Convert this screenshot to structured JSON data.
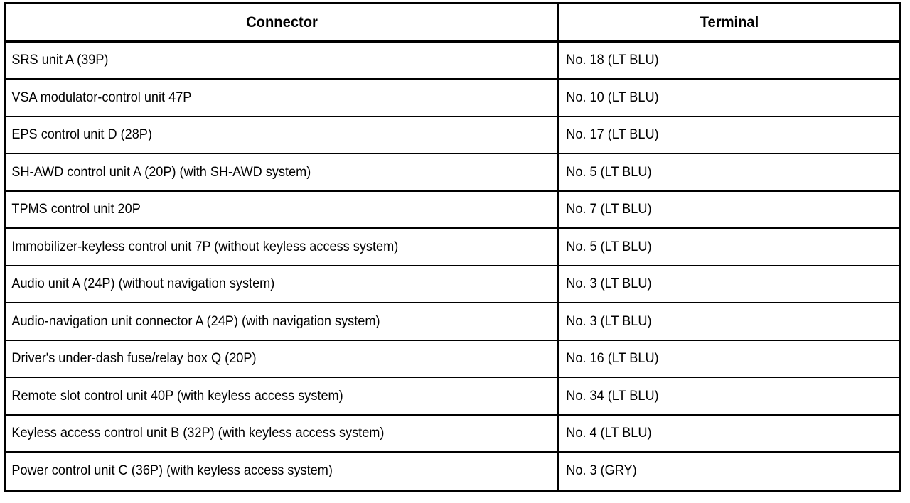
{
  "table": {
    "columns": [
      {
        "key": "connector",
        "header": "Connector",
        "align": "center"
      },
      {
        "key": "terminal",
        "header": "Terminal",
        "align": "center"
      }
    ],
    "rows": [
      {
        "connector": "SRS unit A (39P)",
        "terminal": "No. 18 (LT BLU)"
      },
      {
        "connector": "VSA modulator-control unit 47P",
        "terminal": "No. 10 (LT BLU)"
      },
      {
        "connector": "EPS control unit D (28P)",
        "terminal": "No. 17 (LT BLU)"
      },
      {
        "connector": "SH-AWD control unit A (20P) (with SH-AWD system)",
        "terminal": "No. 5 (LT BLU)"
      },
      {
        "connector": "TPMS control unit 20P",
        "terminal": "No. 7 (LT BLU)"
      },
      {
        "connector": "Immobilizer-keyless control unit 7P (without keyless access system)",
        "terminal": "No. 5 (LT BLU)"
      },
      {
        "connector": "Audio unit A (24P) (without navigation system)",
        "terminal": "No. 3 (LT BLU)"
      },
      {
        "connector": "Audio-navigation unit connector A (24P) (with navigation system)",
        "terminal": "No. 3 (LT BLU)"
      },
      {
        "connector": "Driver's under-dash fuse/relay box Q (20P)",
        "terminal": "No. 16 (LT BLU)"
      },
      {
        "connector": "Remote slot control unit 40P (with keyless access system)",
        "terminal": "No. 34 (LT BLU)"
      },
      {
        "connector": "Keyless access control unit B (32P) (with keyless access system)",
        "terminal": "No. 4 (LT BLU)"
      },
      {
        "connector": "Power control unit C (36P) (with keyless access system)",
        "terminal": "No. 3 (GRY)"
      }
    ]
  },
  "style": {
    "text_color": "#000000",
    "background_color": "#ffffff",
    "border_color": "#000000"
  }
}
